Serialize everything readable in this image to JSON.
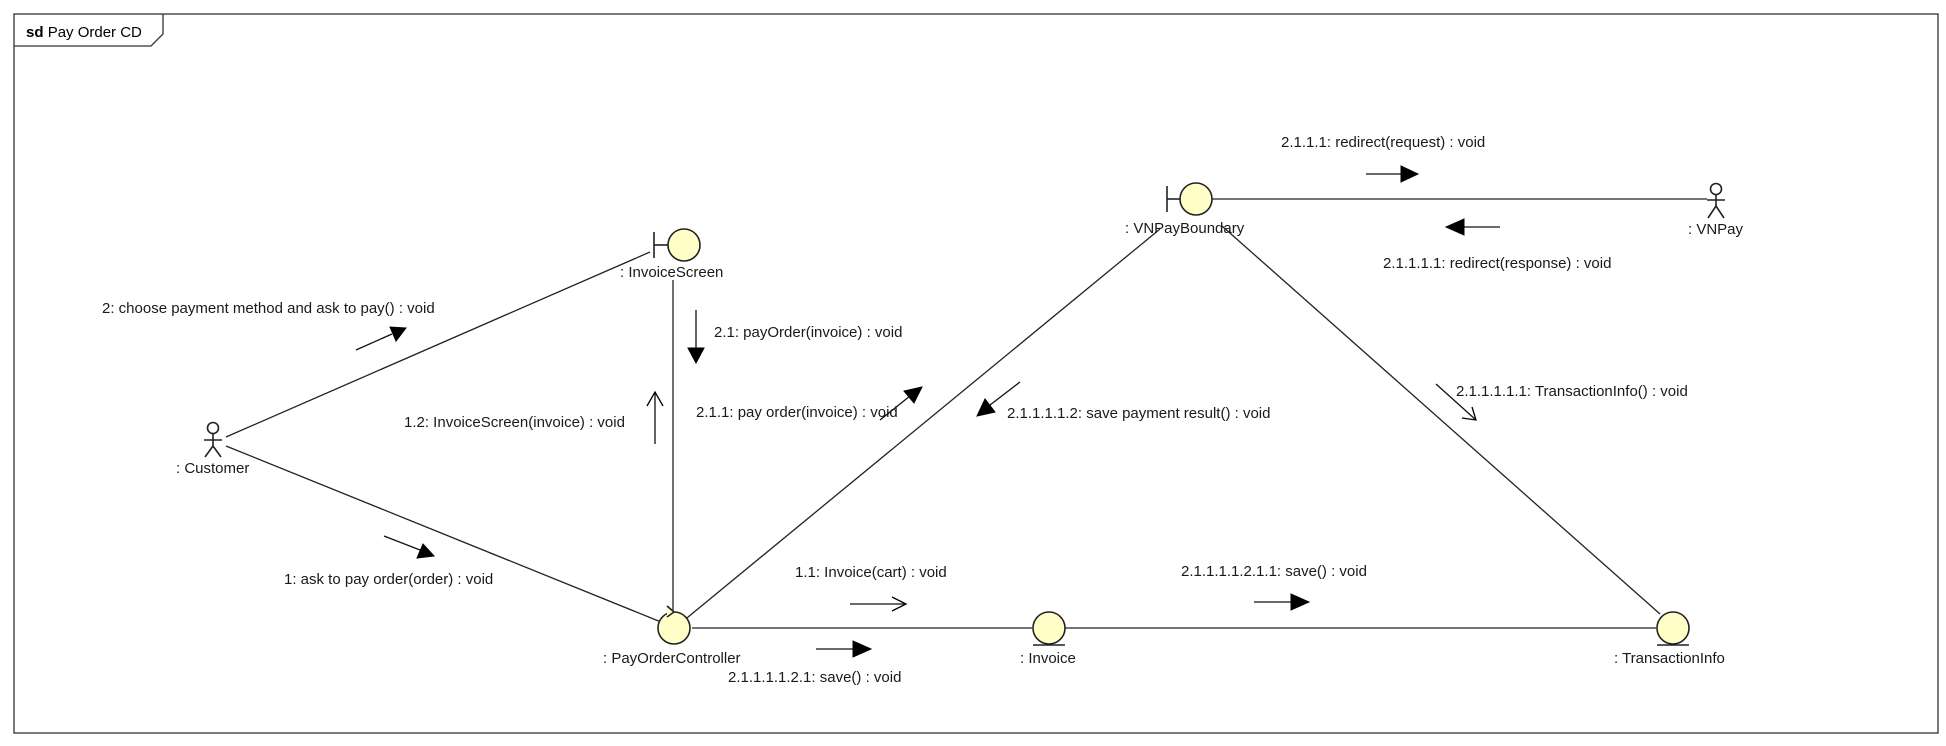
{
  "frame": {
    "keyword": "sd",
    "title": "Pay Order CD"
  },
  "objects": {
    "customer": ": Customer",
    "invoice_screen": ": InvoiceScreen",
    "pay_order_controller": ": PayOrderController",
    "vnpay_boundary": ": VNPayBoundary",
    "vnpay": ": VNPay",
    "invoice": ": Invoice",
    "transaction_info": ": TransactionInfo"
  },
  "messages": {
    "m2": "2: choose payment method and ask to pay() : void",
    "m1": "1: ask to pay order(order) : void",
    "m1_2": "1.2: InvoiceScreen(invoice) : void",
    "m2_1": "2.1: payOrder(invoice) : void",
    "m2_1_1": "2.1.1: pay order(invoice) : void",
    "m2_1_1_1_1_2": "2.1.1.1.1.2: save payment result() : void",
    "m2_1_1_1": "2.1.1.1: redirect(request) : void",
    "m2_1_1_1_1": "2.1.1.1.1: redirect(response) : void",
    "m2_1_1_1_1_1": "2.1.1.1.1.1: TransactionInfo() : void",
    "m1_1": "1.1: Invoice(cart) : void",
    "m2_1_1_1_1_2_1_1": "2.1.1.1.1.2.1.1: save() : void",
    "m2_1_1_1_1_2_1": "2.1.1.1.1.2.1: save() : void"
  }
}
